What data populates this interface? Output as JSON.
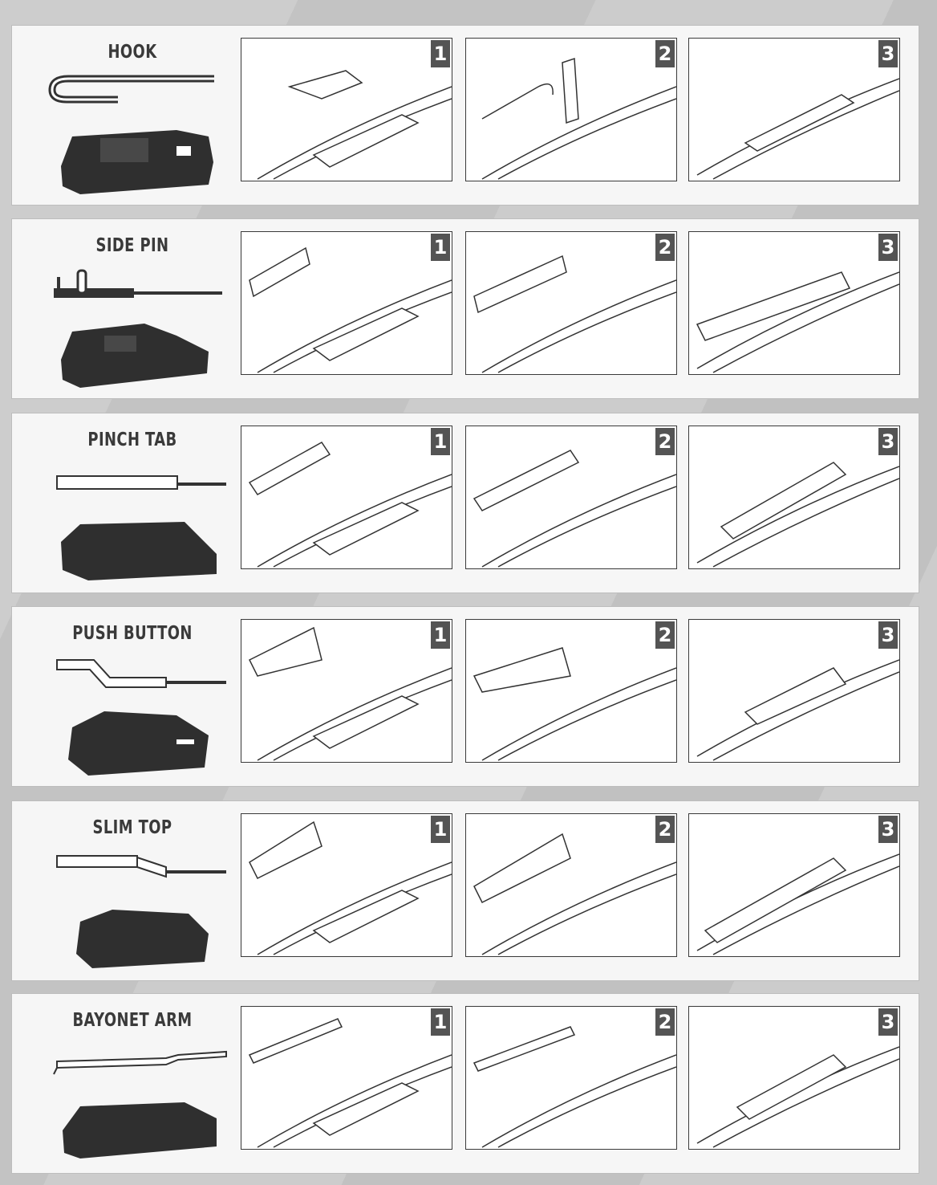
{
  "sections": [
    {
      "id": "hook",
      "label": "HOOK",
      "steps": [
        "1",
        "2",
        "3"
      ]
    },
    {
      "id": "side-pin",
      "label": "SIDE PIN",
      "steps": [
        "1",
        "2",
        "3"
      ]
    },
    {
      "id": "pinch-tab",
      "label": "PINCH TAB",
      "steps": [
        "1",
        "2",
        "3"
      ]
    },
    {
      "id": "push-button",
      "label": "PUSH BUTTON",
      "steps": [
        "1",
        "2",
        "3"
      ]
    },
    {
      "id": "slim-top",
      "label": "SLIM TOP",
      "steps": [
        "1",
        "2",
        "3"
      ]
    },
    {
      "id": "bayonet-arm",
      "label": "BAYONET ARM",
      "steps": [
        "1",
        "2",
        "3"
      ]
    }
  ],
  "colors": {
    "badge": "#545454",
    "panel": "#f6f6f6",
    "line": "#3a3a3a"
  }
}
